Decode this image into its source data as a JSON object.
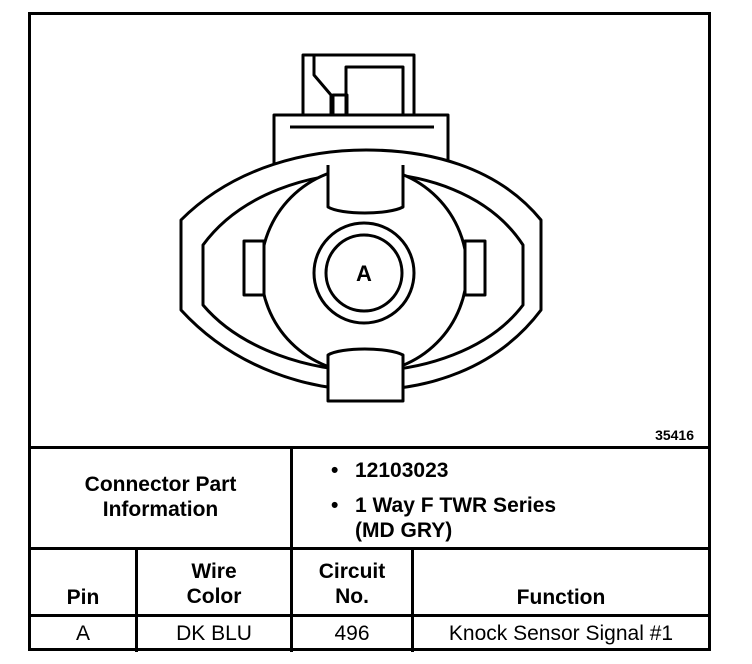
{
  "diagram": {
    "pin_label": "A",
    "figure_number": "35416"
  },
  "connector_info": {
    "header": "Connector Part\nInformation",
    "items": [
      "12103023",
      "1 Way F TWR Series\n(MD GRY)"
    ]
  },
  "table": {
    "columns": [
      "Pin",
      "Wire\nColor",
      "Circuit\nNo.",
      "Function"
    ],
    "rows": [
      [
        "A",
        "DK BLU",
        "496",
        "Knock Sensor Signal #1"
      ]
    ]
  }
}
